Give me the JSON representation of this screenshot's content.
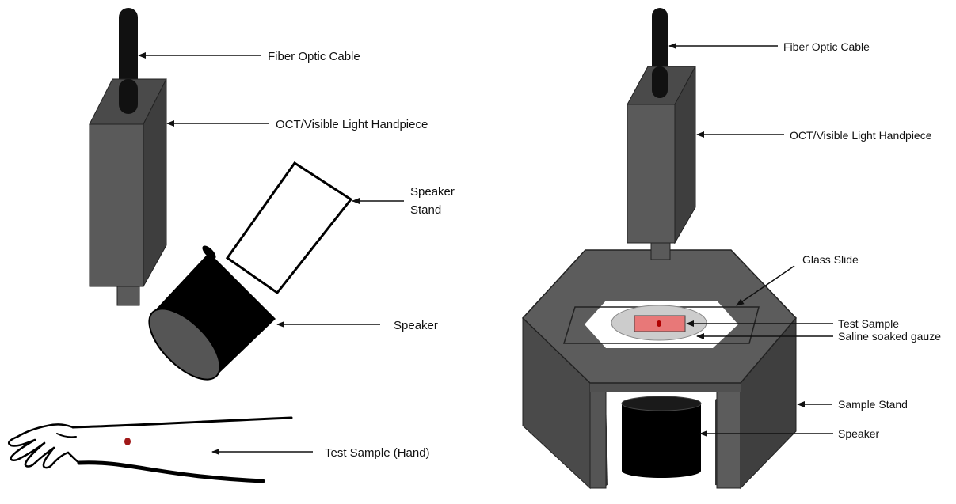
{
  "left_panel": {
    "labels": {
      "fiber_optic_cable": "Fiber Optic Cable",
      "handpiece": "OCT/Visible Light Handpiece",
      "speaker_stand_line1": "Speaker",
      "speaker_stand_line2": "Stand",
      "speaker": "Speaker",
      "test_sample_hand": "Test Sample (Hand)"
    }
  },
  "right_panel": {
    "labels": {
      "fiber_optic_cable": "Fiber Optic Cable",
      "handpiece": "OCT/Visible Light Handpiece",
      "glass_slide": "Glass Slide",
      "test_sample": "Test Sample",
      "saline_gauze": "Saline soaked gauze",
      "sample_stand": "Sample Stand",
      "speaker": "Speaker"
    }
  },
  "colors": {
    "cable": "#111111",
    "handpiece_front": "#5a5a5a",
    "handpiece_side": "#3e3e3e",
    "handpiece_top": "#4a4a4a",
    "speaker": "#000000",
    "speaker_face": "#555555",
    "stand_top": "#5c5c5c",
    "stand_side": "#3f3f3f",
    "sample": "#e87878",
    "sample_dot": "#b00000",
    "gauze": "#cccccc",
    "wound": "#a01818"
  }
}
